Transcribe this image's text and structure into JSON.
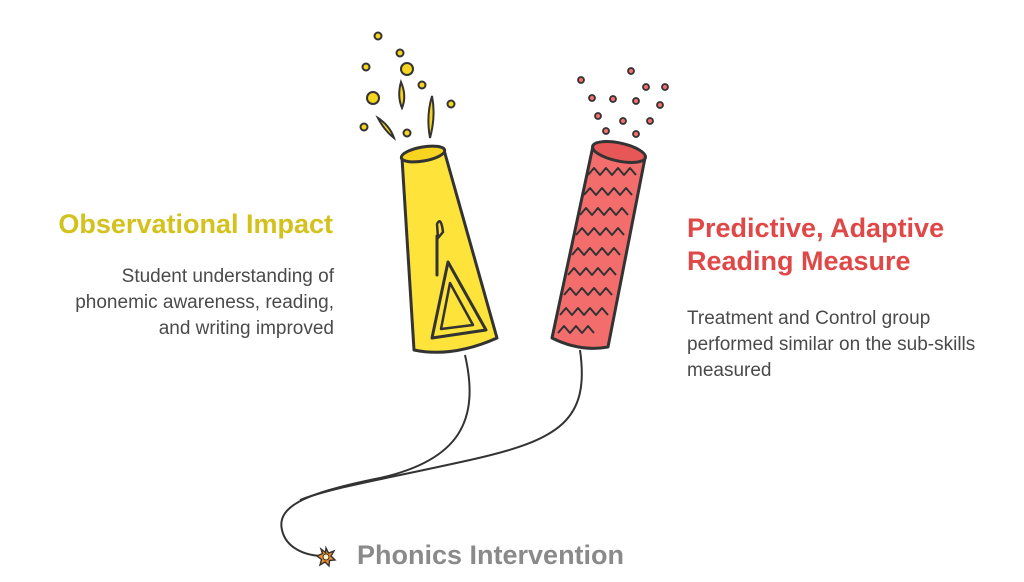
{
  "left": {
    "title": "Observational Impact",
    "description": "Student understanding of phonemic awareness, reading, and writing improved"
  },
  "right": {
    "title": "Predictive, Adaptive Reading Measure",
    "description": "Treatment and Control group performed similar on the sub-skills measured"
  },
  "center": {
    "label": "Phonics Intervention"
  },
  "colors": {
    "left_accent": "#d3c21c",
    "left_fill": "#fde33a",
    "right_accent": "#e04848",
    "right_fill": "#f46d6d",
    "text": "#4a4a4a",
    "muted": "#8a8a8a",
    "fuse_spark": "#f28c28"
  },
  "icons": [
    "yellow-firecracker-icon",
    "red-firecracker-icon",
    "fuse-spark-icon"
  ]
}
